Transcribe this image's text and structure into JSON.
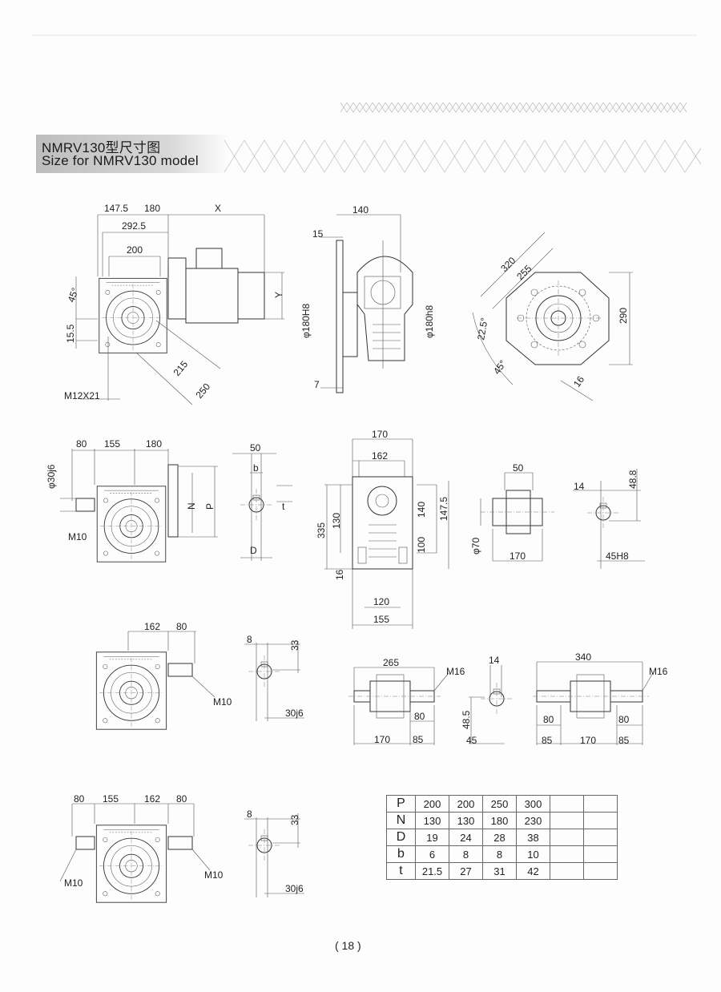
{
  "header": {
    "title_cn": "NMRV130型尺寸图",
    "title_en": "Size for NMRV130 model"
  },
  "views": {
    "motor_side": {
      "d": [
        "147.5",
        "180",
        "X",
        "292.5",
        "200",
        "45°",
        "Y",
        "15.5",
        "215",
        "250",
        "M12X21"
      ]
    },
    "side_flange": {
      "d": [
        "140",
        "15",
        "φ180H8",
        "φ180h8",
        "7"
      ]
    },
    "flange_face": {
      "d": [
        "320",
        "255",
        "290",
        "22.5°",
        "45°",
        "16"
      ]
    },
    "input_shaft": {
      "d": [
        "φ30j6",
        "80",
        "155",
        "180",
        "M10",
        "N",
        "P"
      ]
    },
    "input_keyway": {
      "d": [
        "50",
        "b",
        "t",
        "D"
      ]
    },
    "front_section": {
      "d": [
        "170",
        "162",
        "335",
        "130",
        "140",
        "147.5",
        "100",
        "16",
        "120",
        "155"
      ]
    },
    "hollow_shaft": {
      "d": [
        "50",
        "φ70",
        "170"
      ]
    },
    "hollow_keyway": {
      "d": [
        "14",
        "48.8",
        "45H8"
      ]
    },
    "output_single": {
      "d": [
        "162",
        "80",
        "M10"
      ]
    },
    "output_key_1": {
      "d": [
        "8",
        "33",
        "30j6"
      ]
    },
    "single_output_shaft": {
      "d": [
        "265",
        "M16",
        "80",
        "170",
        "85"
      ]
    },
    "output_key_2": {
      "d": [
        "14",
        "48.5",
        "45"
      ]
    },
    "double_output_shaft": {
      "d": [
        "340",
        "M16",
        "80",
        "80",
        "85",
        "170",
        "85"
      ]
    },
    "double_input": {
      "d": [
        "80",
        "155",
        "162",
        "80",
        "M10",
        "M10"
      ]
    },
    "output_key_3": {
      "d": [
        "8",
        "33",
        "30j6"
      ]
    }
  },
  "spec_table": {
    "rows": [
      {
        "key": "P",
        "values": [
          "200",
          "200",
          "250",
          "300",
          "",
          ""
        ]
      },
      {
        "key": "N",
        "values": [
          "130",
          "130",
          "180",
          "230",
          "",
          ""
        ]
      },
      {
        "key": "D",
        "values": [
          "19",
          "24",
          "28",
          "38",
          "",
          ""
        ]
      },
      {
        "key": "b",
        "values": [
          "6",
          "8",
          "8",
          "10",
          "",
          ""
        ]
      },
      {
        "key": "t",
        "values": [
          "21.5",
          "27",
          "31",
          "42",
          "",
          ""
        ]
      }
    ]
  },
  "footer": {
    "page_number": "( 18 )"
  }
}
